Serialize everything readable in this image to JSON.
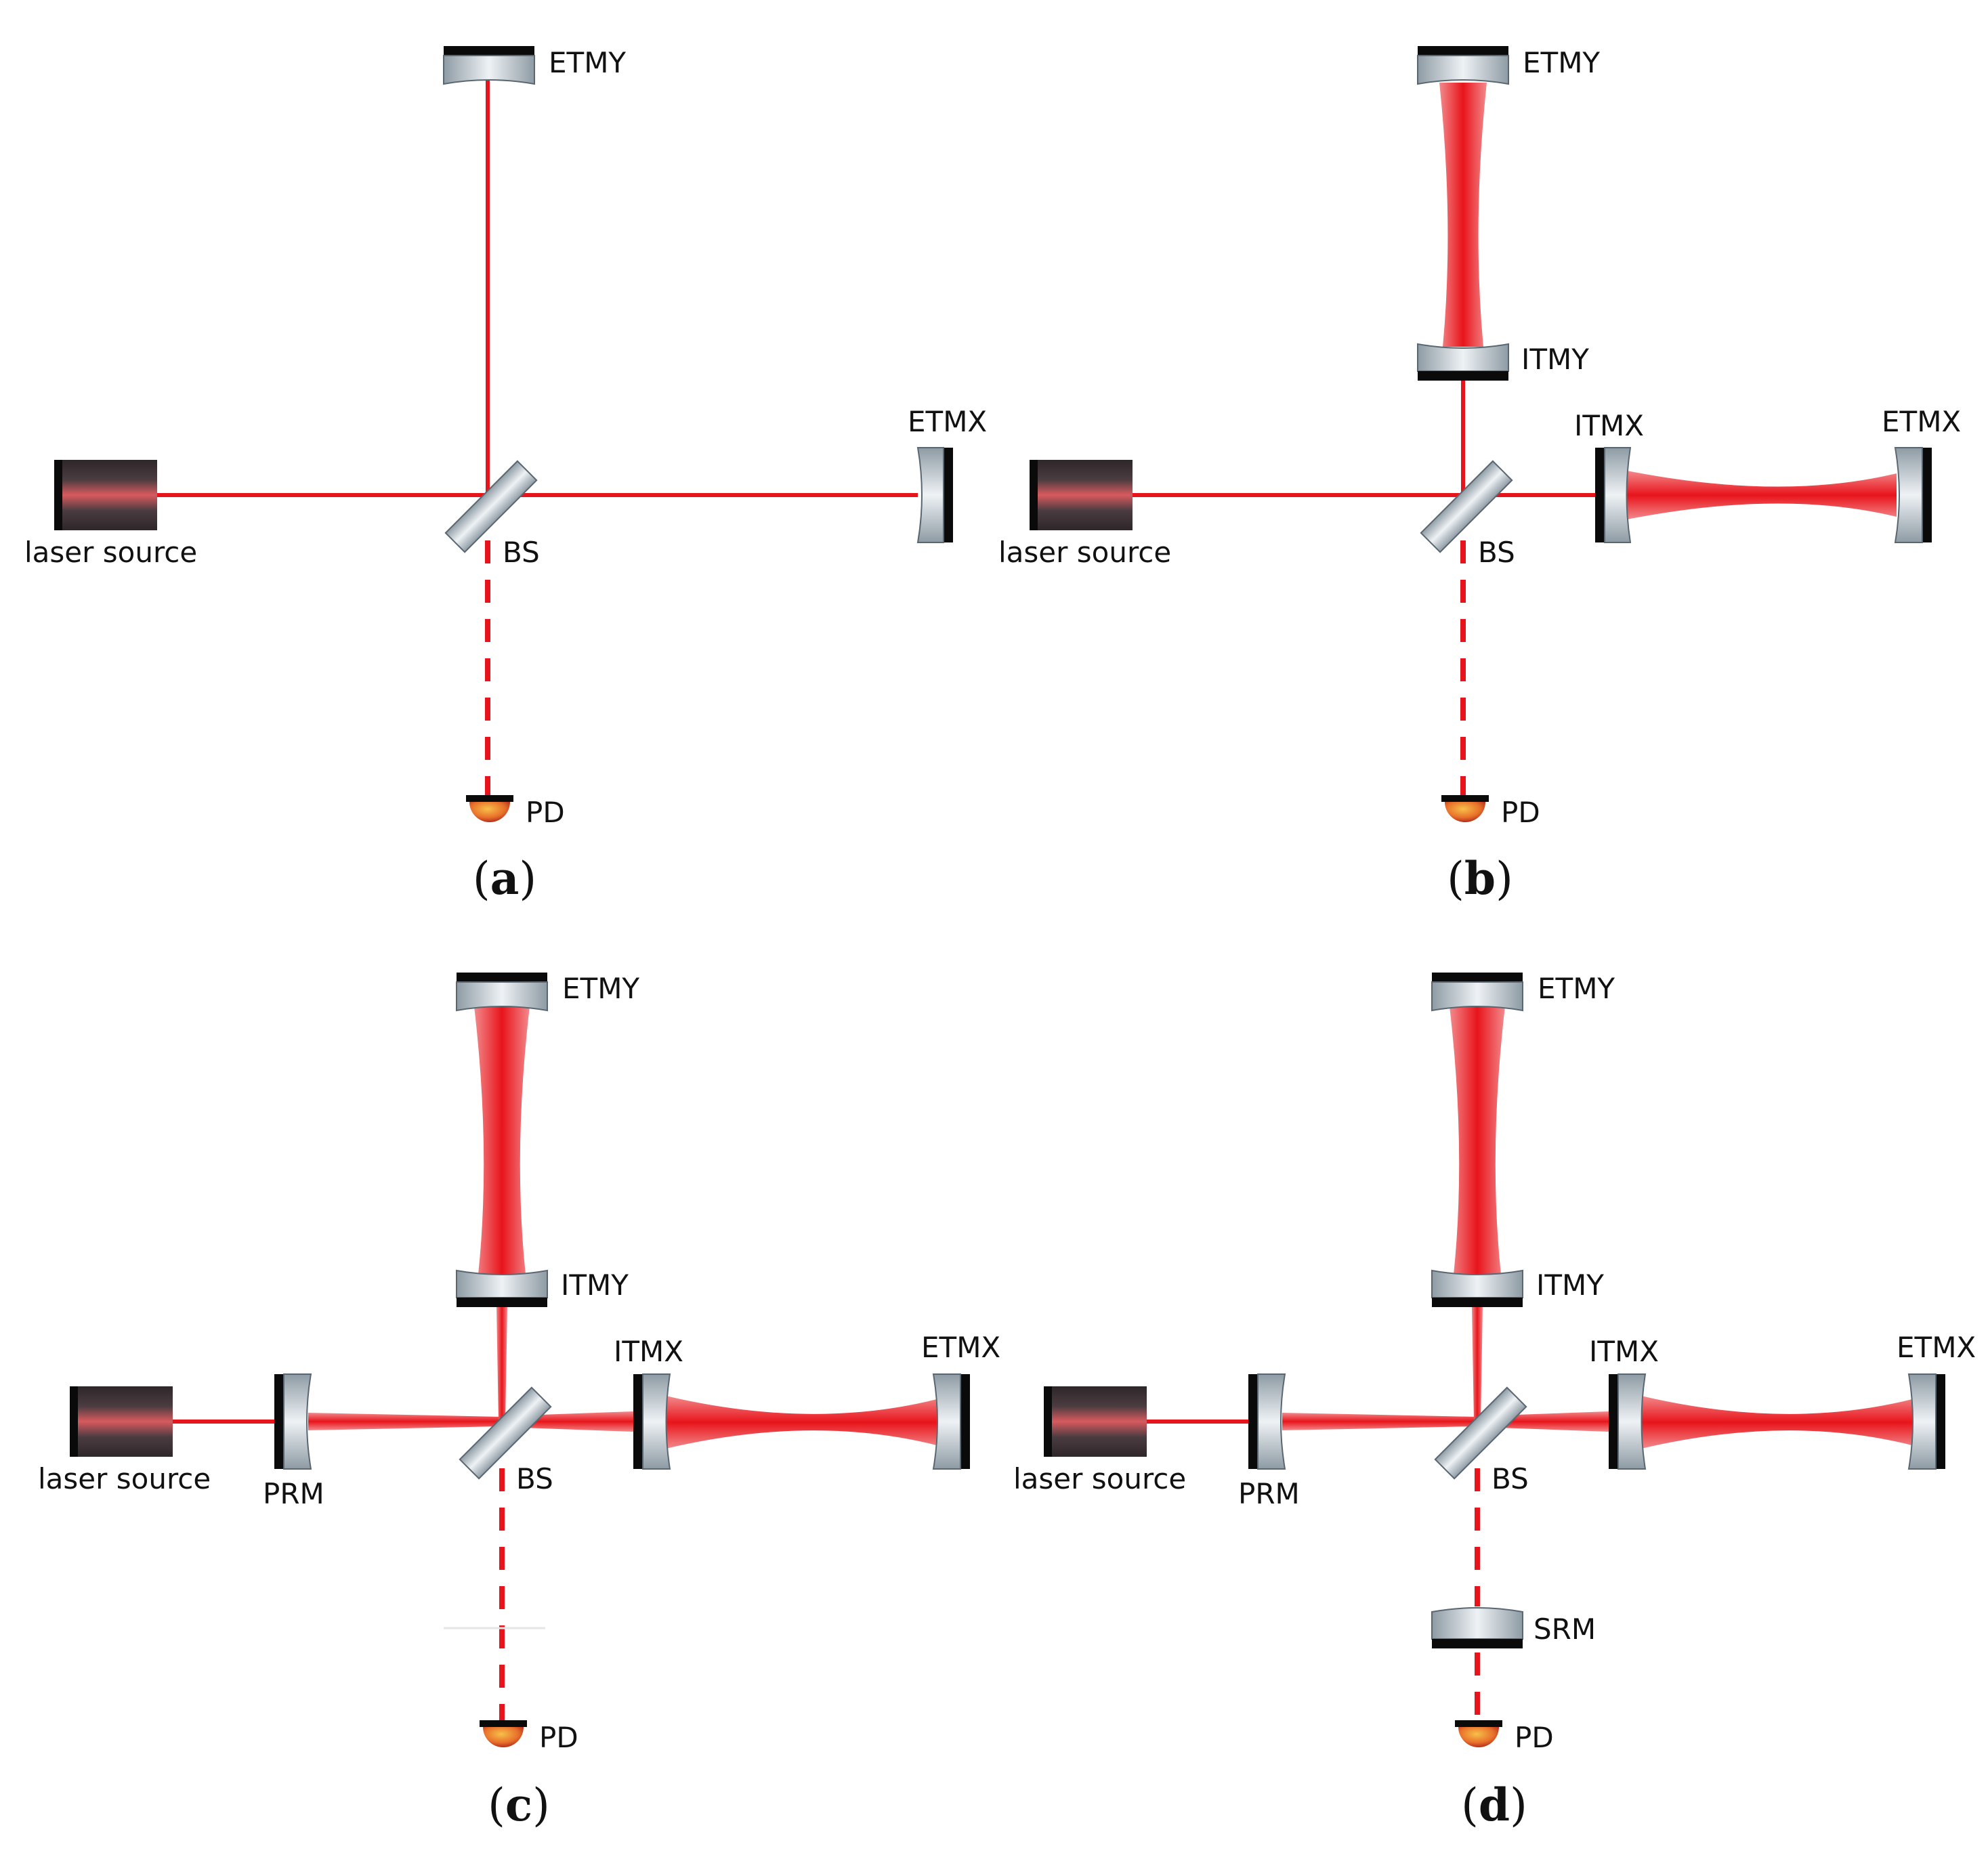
{
  "colors": {
    "beam": "#e8141b",
    "mirror_glass": "#b8c4cc",
    "mirror_coating": "#0a0a0a",
    "laser_body": "#3a2f33",
    "photodiode": "#e8702a"
  },
  "panels": [
    {
      "id": "a",
      "caption": "a",
      "labels": {
        "etmy": "ETMY",
        "etmx": "ETMX",
        "bs": "BS",
        "laser": "laser source",
        "pd": "PD"
      }
    },
    {
      "id": "b",
      "caption": "b",
      "labels": {
        "etmy": "ETMY",
        "itmy": "ITMY",
        "itmx": "ITMX",
        "etmx": "ETMX",
        "bs": "BS",
        "laser": "laser source",
        "pd": "PD"
      }
    },
    {
      "id": "c",
      "caption": "c",
      "labels": {
        "etmy": "ETMY",
        "itmy": "ITMY",
        "itmx": "ITMX",
        "etmx": "ETMX",
        "bs": "BS",
        "prm": "PRM",
        "laser": "laser source",
        "pd": "PD"
      }
    },
    {
      "id": "d",
      "caption": "d",
      "labels": {
        "etmy": "ETMY",
        "itmy": "ITMY",
        "itmx": "ITMX",
        "etmx": "ETMX",
        "bs": "BS",
        "prm": "PRM",
        "srm": "SRM",
        "laser": "laser source",
        "pd": "PD"
      }
    }
  ],
  "caption_parens": {
    "open": "(",
    "close": ")"
  }
}
